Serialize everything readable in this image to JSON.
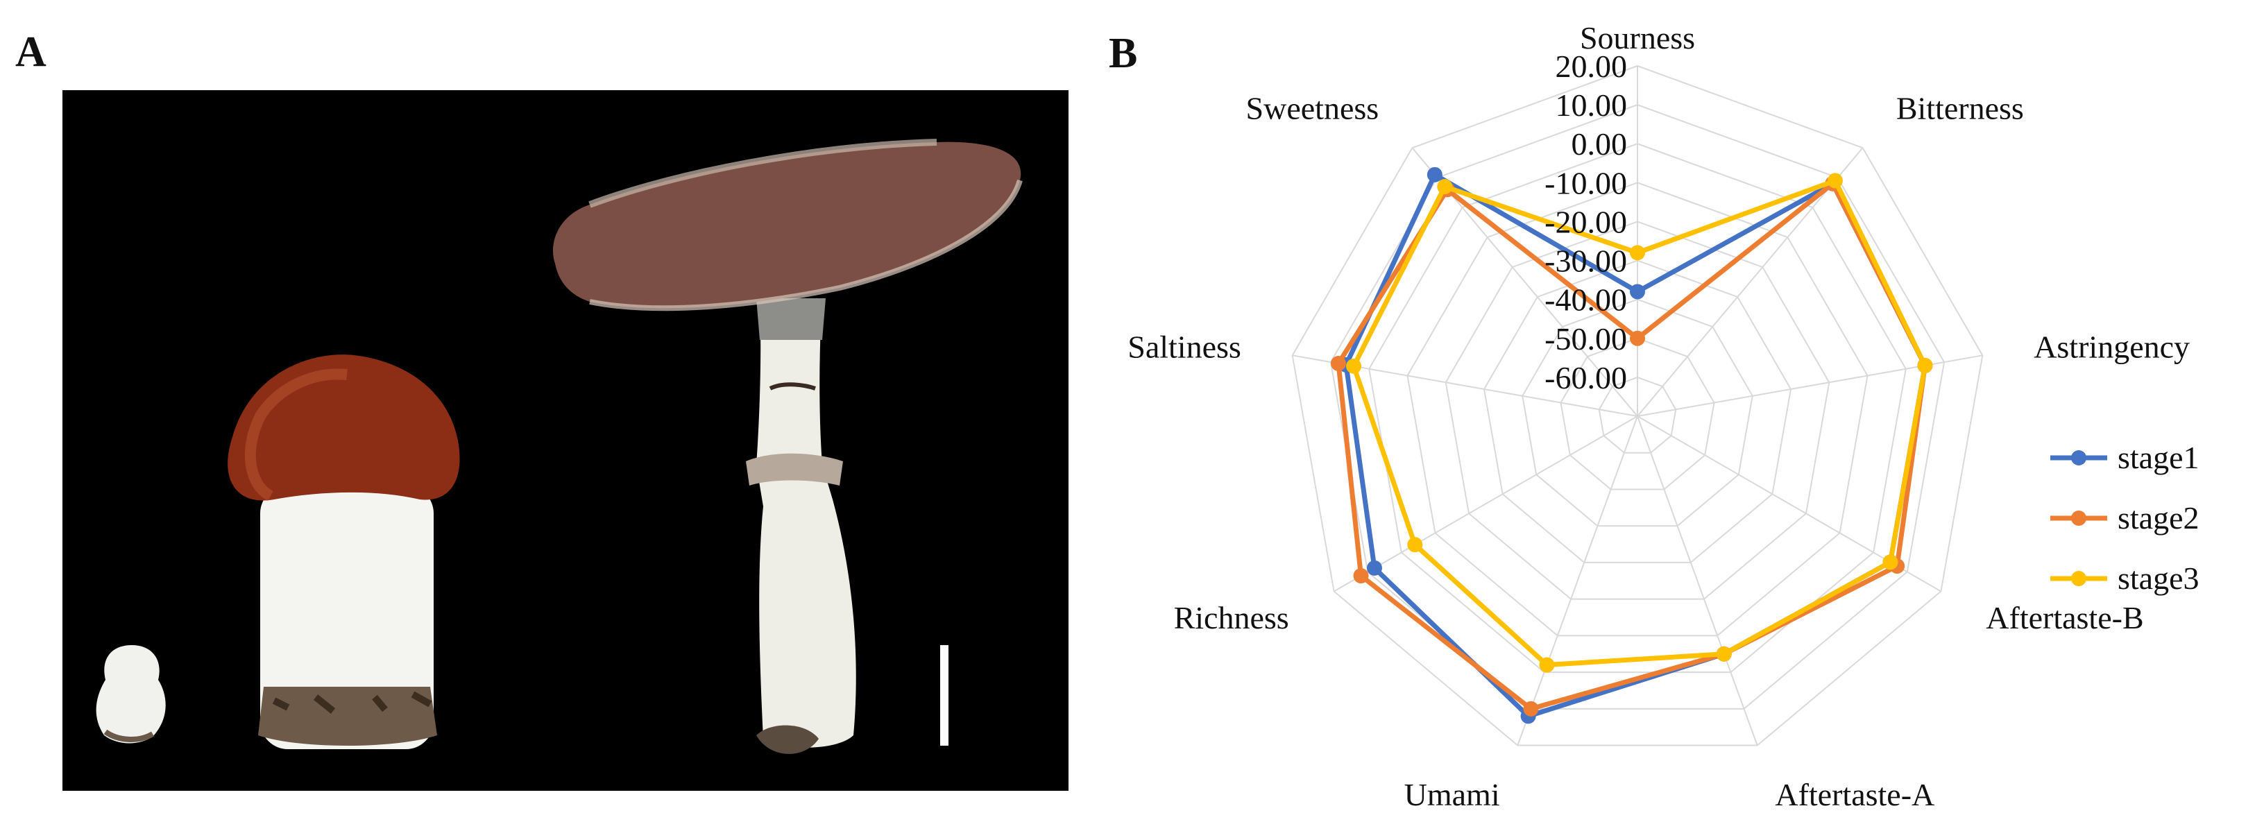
{
  "panels": {
    "a": "A",
    "b": "B"
  },
  "photo": {
    "background": "#000000",
    "icons": [
      "mushroom-button-stage-icon",
      "mushroom-egg-stage-icon",
      "mushroom-mature-stage-icon",
      "scale-bar-icon"
    ]
  },
  "chart_data": {
    "type": "radar",
    "axes": [
      "Sourness",
      "Bitterness",
      "Astringency",
      "Aftertaste-B",
      "Aftertaste-A",
      "Umami",
      "Richness",
      "Saltiness",
      "Sweetness"
    ],
    "ticks": [
      "20.00",
      "10.00",
      "0.00",
      "-10.00",
      "-20.00",
      "-30.00",
      "-40.00",
      "-50.00",
      "-60.00"
    ],
    "rlim": [
      -70,
      20
    ],
    "grid": true,
    "legend_position": "right",
    "series": [
      {
        "name": "stage1",
        "color": "#4472C4",
        "values": [
          -38,
          8,
          5,
          5,
          -5,
          12,
          8,
          6,
          11
        ]
      },
      {
        "name": "stage2",
        "color": "#ED7D31",
        "values": [
          -50,
          8,
          5,
          7,
          -5,
          10,
          12,
          8,
          6
        ]
      },
      {
        "name": "stage3",
        "color": "#FFC000",
        "values": [
          -28,
          9,
          5,
          5,
          -5,
          -2,
          -4,
          4,
          7
        ]
      }
    ]
  }
}
